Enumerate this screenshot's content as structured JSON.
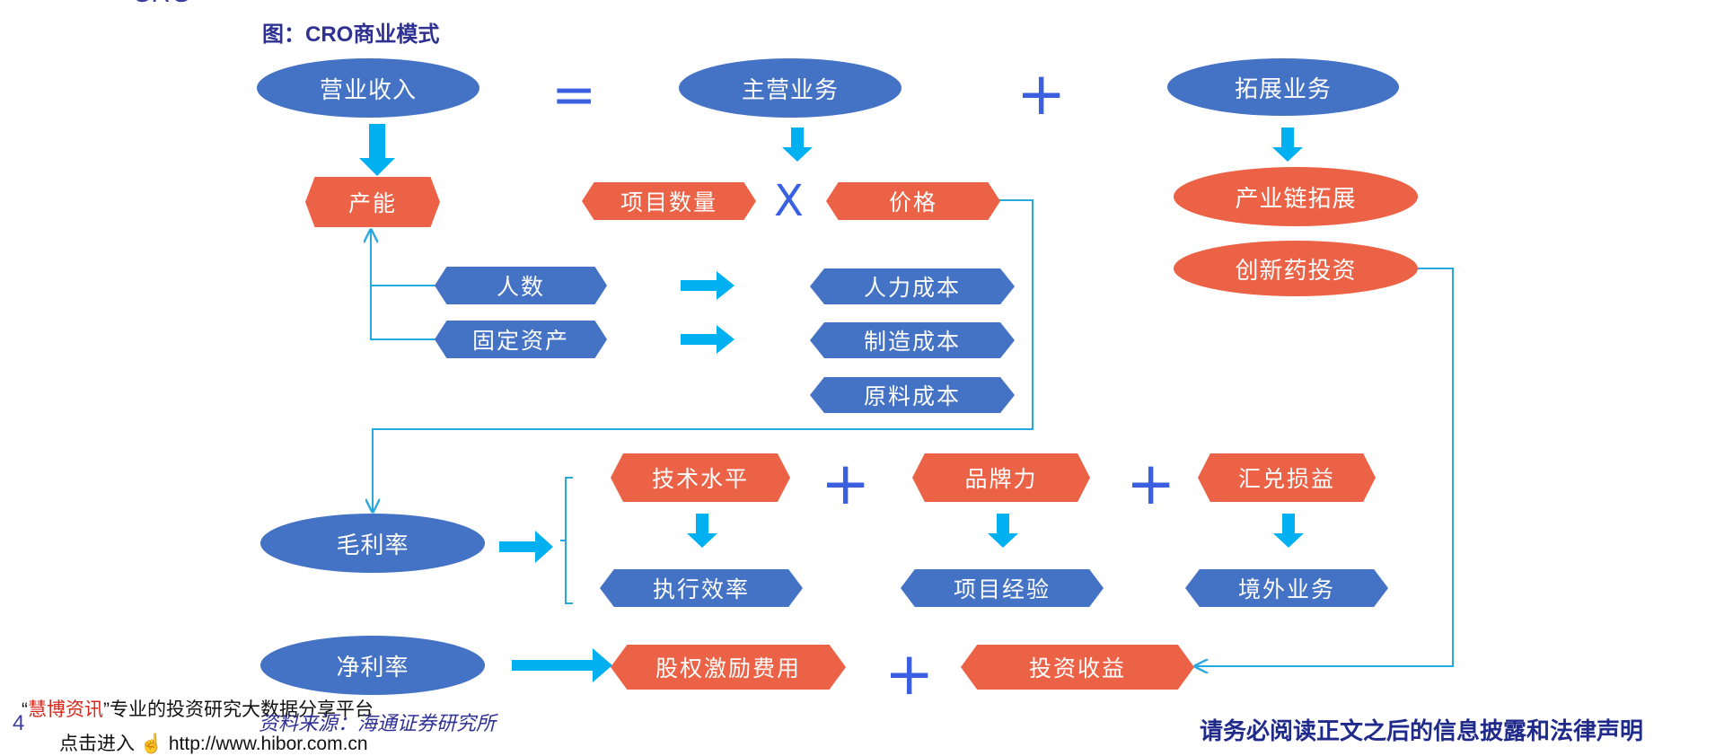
{
  "top_partial_text": "CRO",
  "figure_title": "图：CRO商业模式",
  "nodes": {
    "revenue": "营业收入",
    "main_business": "主营业务",
    "extended_business": "拓展业务",
    "capacity": "产能",
    "project_count": "项目数量",
    "price": "价格",
    "chain_extension": "产业链拓展",
    "innovative_investment": "创新药投资",
    "headcount": "人数",
    "fixed_assets": "固定资产",
    "labor_cost": "人力成本",
    "manufacturing_cost": "制造成本",
    "material_cost": "原料成本",
    "gross_margin": "毛利率",
    "technology_level": "技术水平",
    "brand_power": "品牌力",
    "fx_gain_loss": "汇兑损益",
    "execution_efficiency": "执行效率",
    "project_experience": "项目经验",
    "overseas_business": "境外业务",
    "net_margin": "净利率",
    "equity_incentive_cost": "股权激励费用",
    "investment_income": "投资收益"
  },
  "operators": {
    "equals": "=",
    "plus": "+",
    "times": "X"
  },
  "footer": {
    "quote_open": "“",
    "brand": "慧博资讯",
    "quote_rest": "”专业的投资研究大数据分享平台",
    "link_prefix": "点击进入",
    "link_url": "http://www.hibor.com.cn",
    "page_number": "4",
    "source": "资料来源：海通证券研究所",
    "disclaimer": "请务必阅读正文之后的信息披露和法律声明"
  },
  "colors": {
    "blue": "#4472c4",
    "orange": "#ec6246",
    "arrow": "#00b0f0",
    "connector": "#29a8e0",
    "title": "#2e3192"
  }
}
